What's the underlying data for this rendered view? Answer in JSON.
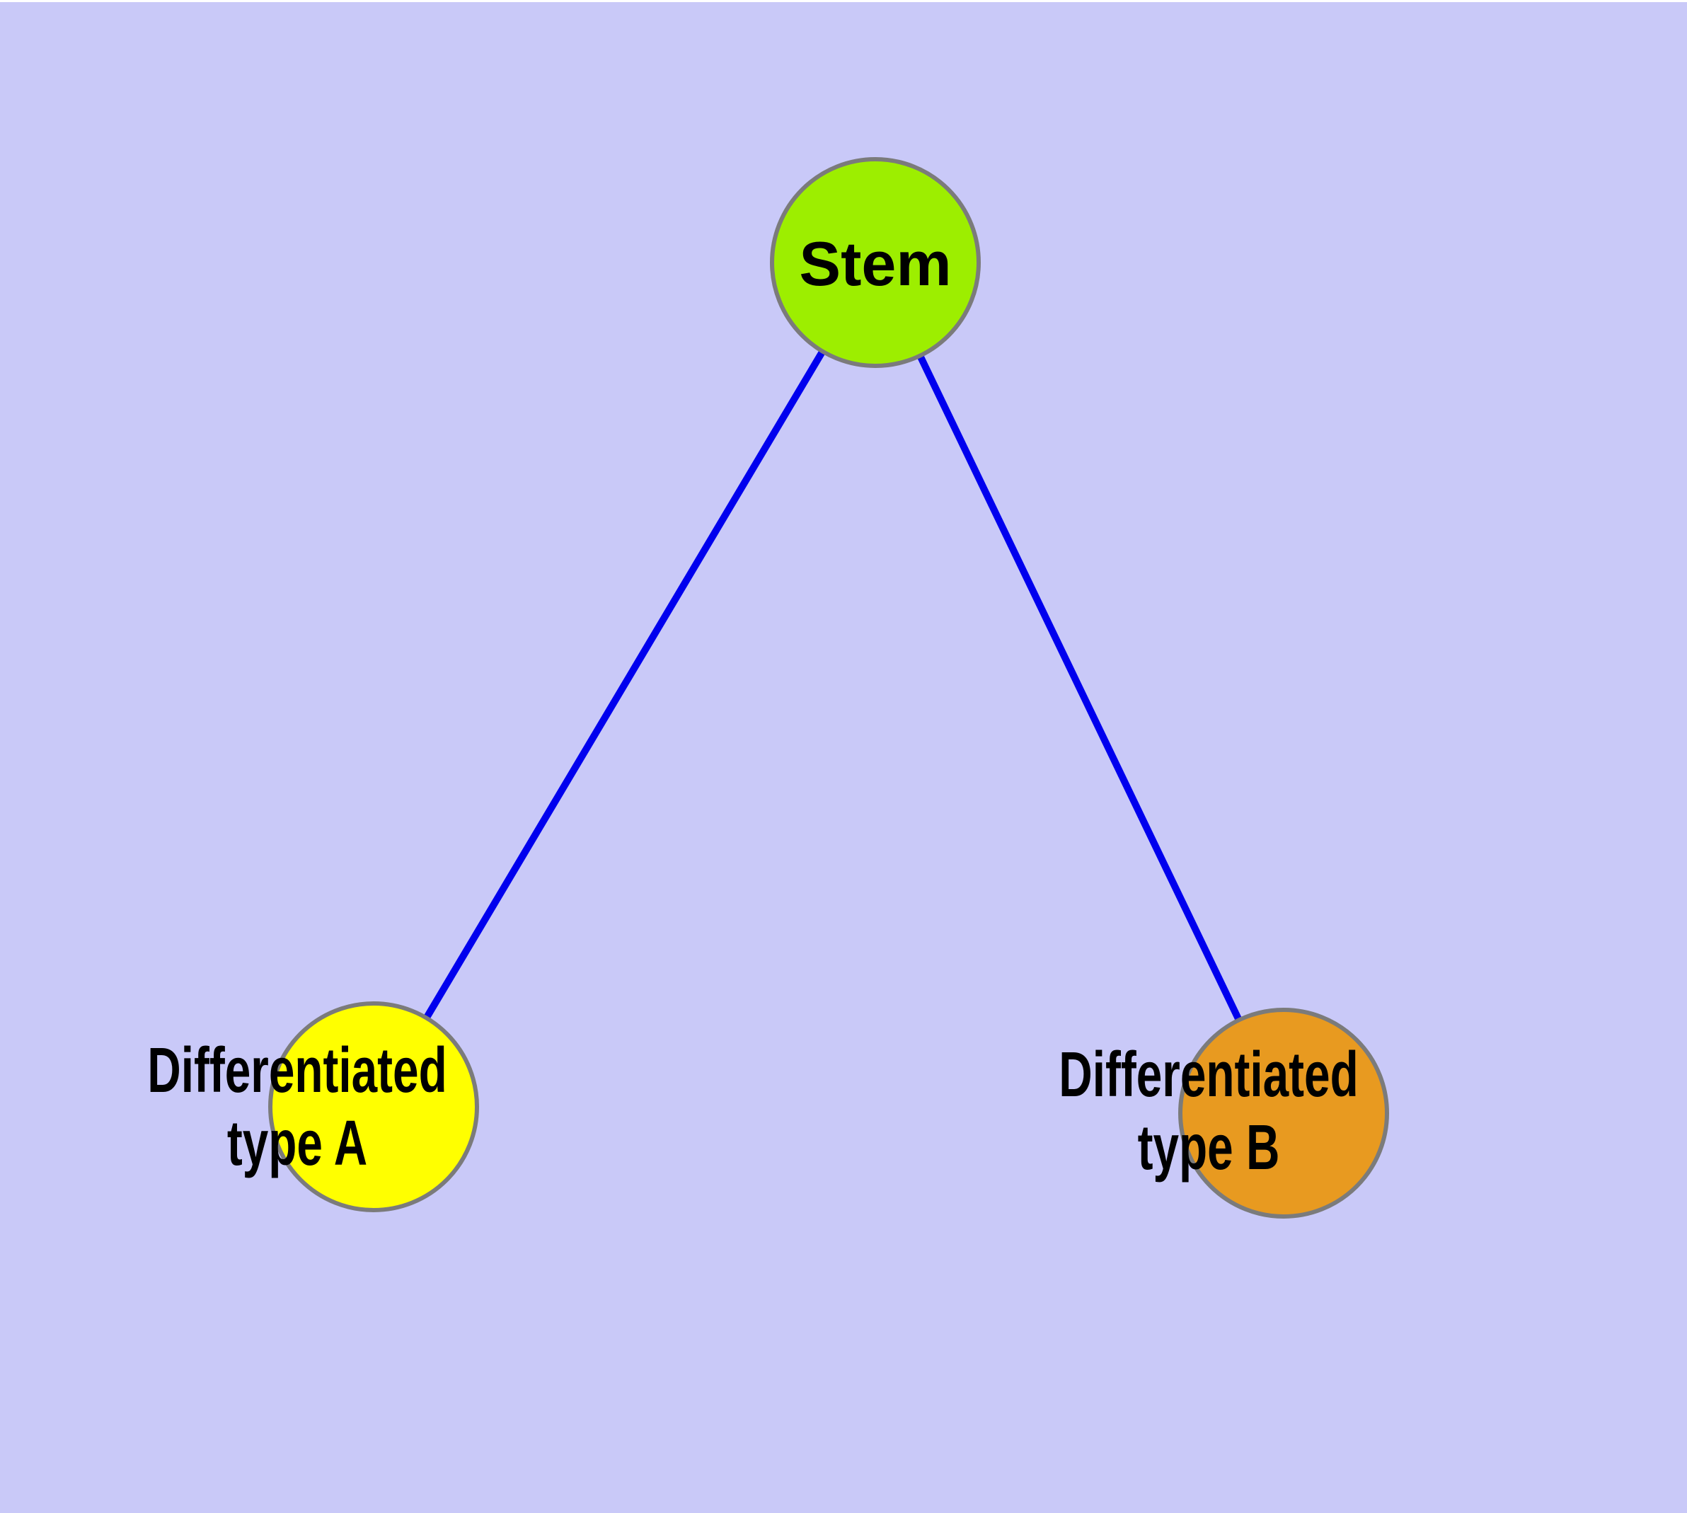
{
  "colors": {
    "background": "#c9c9f8",
    "top_border": "#ffffff",
    "label_text": "#000000",
    "node_stroke": "#7b7b7b",
    "edge": "#0000ee"
  },
  "nodes": {
    "stem": {
      "label": "Stem",
      "fill": "#9dee00"
    },
    "diff_a": {
      "label_line1": "Differentiated",
      "label_line2": "type A",
      "fill": "#ffff00"
    },
    "diff_b": {
      "label_line1": "Differentiated",
      "label_line2": "type B",
      "fill": "#e89a20"
    }
  },
  "edges": {
    "color": "#0000ee",
    "list": [
      {
        "from": "Stem",
        "to": "Differentiated type A"
      },
      {
        "from": "Stem",
        "to": "Differentiated type B"
      }
    ]
  }
}
